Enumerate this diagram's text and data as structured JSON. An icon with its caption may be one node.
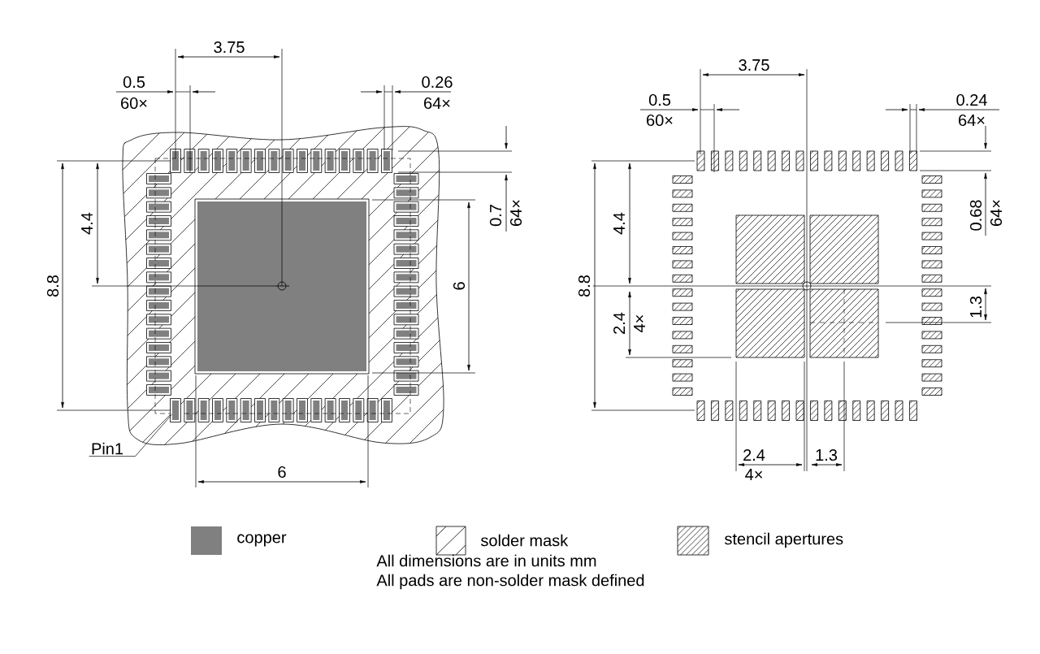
{
  "diagram": {
    "nodes": [
      {
        "text": [
          "Pin1"
        ]
      },
      {
        "text": [],
        "shape": "box"
      }
    ],
    "edges": [
      {
        "from": 0,
        "to": 1,
        "arrow": "none"
      }
    ],
    "labels": [
      "3.75",
      "0.5",
      "60×",
      "0.26",
      "64×",
      "3.75",
      "0.5",
      "60×",
      "0.24",
      "64×",
      "0.7",
      "64×",
      "4.4",
      "0.68",
      "64×",
      "4.4",
      "8.8",
      "6",
      "8.8",
      "1.3",
      "2.4",
      "4×",
      "6",
      "2.4",
      "4×",
      "1.3",
      "All dimensions are in units mm",
      "All pads are non-solder mask defined"
    ],
    "legend": [
      {
        "text": "copper",
        "color": "#808080"
      },
      {
        "text": "solder mask"
      },
      {
        "text": "stencil apertures"
      }
    ]
  }
}
